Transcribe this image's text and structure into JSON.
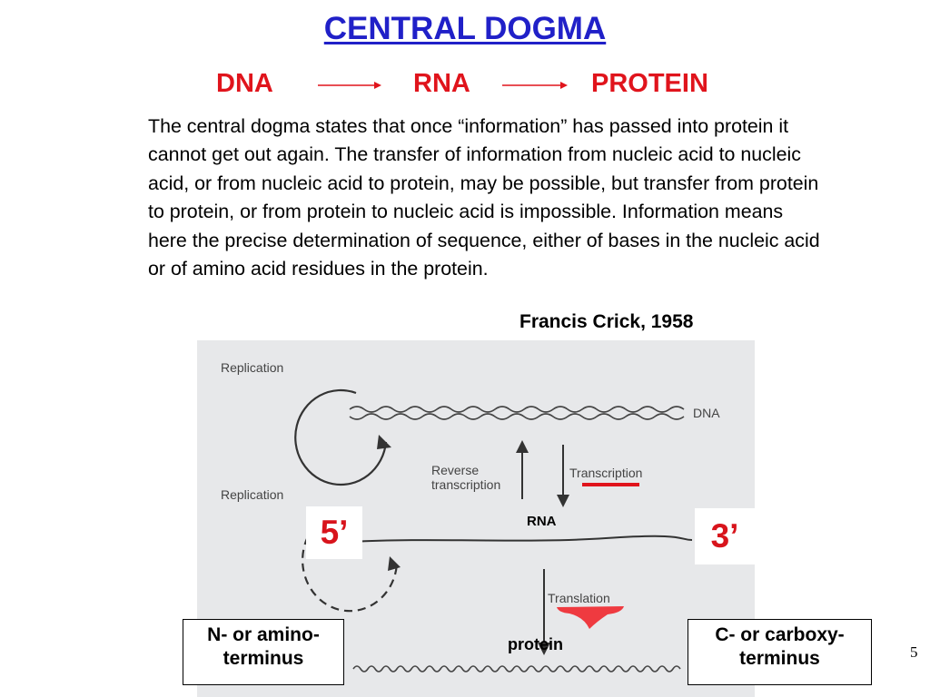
{
  "slide": {
    "title": "CENTRAL DOGMA",
    "flow": [
      "DNA",
      "RNA",
      "PROTEIN"
    ],
    "quote": "The central dogma states that once “information” has passed into protein it cannot get out again. The transfer of information from nucleic acid to nucleic acid, or from nucleic acid to protein, may be possible, but transfer from protein to protein, or from protein to nucleic acid is impossible. Information means here the precise determination of sequence, either of bases in the nucleic acid or of amino acid residues in the protein.",
    "attribution": "Francis Crick, 1958",
    "page_number": "5"
  },
  "figure": {
    "replication_top": "Replication",
    "replication_bottom": "Replication",
    "dna_label": "DNA",
    "reverse_transcription_line1": "Reverse",
    "reverse_transcription_line2": "transcription",
    "transcription": "Transcription",
    "translation": "Translation",
    "rna_label": "RNA",
    "protein_label": "protein",
    "five_prime": "5’",
    "three_prime": "3’",
    "n_terminus": "N- or amino-terminus",
    "c_terminus": "C- or  carboxy-terminus"
  },
  "colors": {
    "title": "#2020c8",
    "accent_red": "#e0141c",
    "figure_bg": "#e7e8ea"
  }
}
